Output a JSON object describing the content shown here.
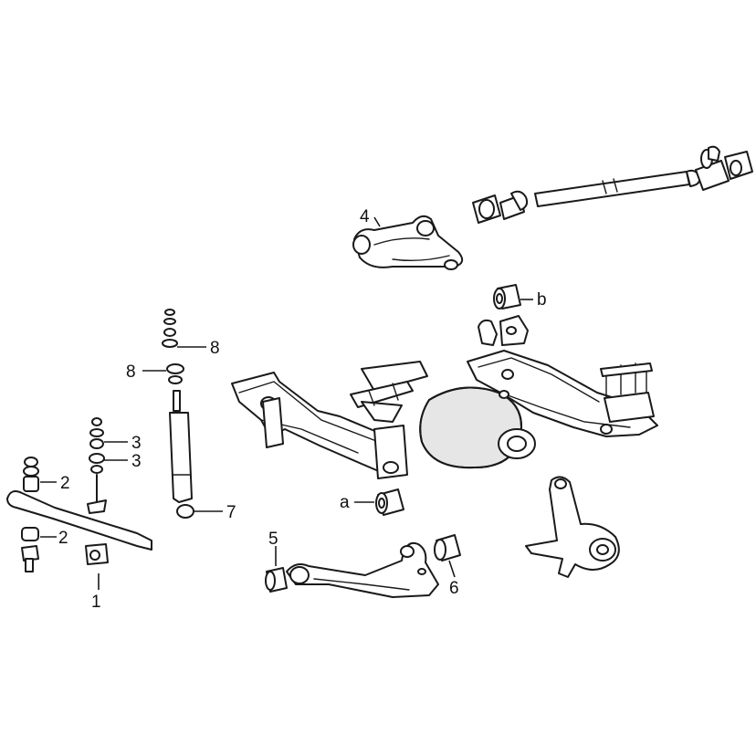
{
  "callouts": {
    "c1": "1",
    "c2_upper": "2",
    "c2_lower": "2",
    "c3_upper": "3",
    "c3_lower": "3",
    "c4": "4",
    "c5": "5",
    "c6": "6",
    "c7": "7",
    "c8_upper": "8",
    "c8_lower": "8",
    "ca": "a",
    "cb": "b"
  }
}
